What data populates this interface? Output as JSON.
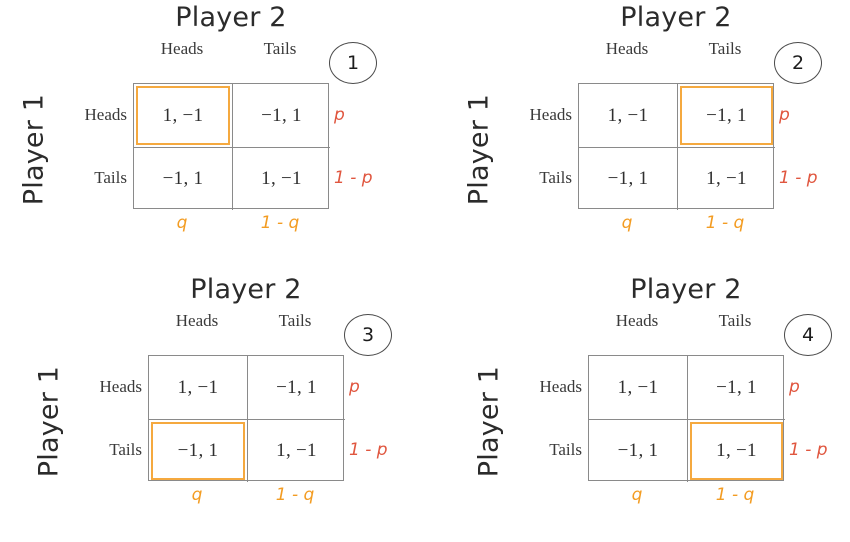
{
  "figure": {
    "type": "game-theory-payoff-matrix-series",
    "panel_count": 4,
    "colors": {
      "highlight_border": "#f5a93f",
      "row_probability_text": "#e0563f",
      "column_probability_text": "#f39c22",
      "grid_line": "#8a8a8a",
      "title_text": "#2b2b2b",
      "background": "#ffffff"
    }
  },
  "panels": [
    {
      "index_label": "1",
      "column_player_title": "Player 2",
      "row_player_title": "Player 1",
      "column_headers": [
        "Heads",
        "Tails"
      ],
      "row_headers": [
        "Heads",
        "Tails"
      ],
      "row_probabilities": [
        "p",
        "1 - p"
      ],
      "column_probabilities": [
        "q",
        "1 - q"
      ],
      "cells": [
        [
          {
            "payoff": "1, −1",
            "highlighted": true
          },
          {
            "payoff": "−1, 1",
            "highlighted": false
          }
        ],
        [
          {
            "payoff": "−1, 1",
            "highlighted": false
          },
          {
            "payoff": "1, −1",
            "highlighted": false
          }
        ]
      ]
    },
    {
      "index_label": "2",
      "column_player_title": "Player 2",
      "row_player_title": "Player 1",
      "column_headers": [
        "Heads",
        "Tails"
      ],
      "row_headers": [
        "Heads",
        "Tails"
      ],
      "row_probabilities": [
        "p",
        "1 - p"
      ],
      "column_probabilities": [
        "q",
        "1 - q"
      ],
      "cells": [
        [
          {
            "payoff": "1, −1",
            "highlighted": false
          },
          {
            "payoff": "−1, 1",
            "highlighted": true
          }
        ],
        [
          {
            "payoff": "−1, 1",
            "highlighted": false
          },
          {
            "payoff": "1, −1",
            "highlighted": false
          }
        ]
      ]
    },
    {
      "index_label": "3",
      "column_player_title": "Player 2",
      "row_player_title": "Player 1",
      "column_headers": [
        "Heads",
        "Tails"
      ],
      "row_headers": [
        "Heads",
        "Tails"
      ],
      "row_probabilities": [
        "p",
        "1 - p"
      ],
      "column_probabilities": [
        "q",
        "1 - q"
      ],
      "cells": [
        [
          {
            "payoff": "1, −1",
            "highlighted": false
          },
          {
            "payoff": "−1, 1",
            "highlighted": false
          }
        ],
        [
          {
            "payoff": "−1, 1",
            "highlighted": true
          },
          {
            "payoff": "1, −1",
            "highlighted": false
          }
        ]
      ]
    },
    {
      "index_label": "4",
      "column_player_title": "Player 2",
      "row_player_title": "Player 1",
      "column_headers": [
        "Heads",
        "Tails"
      ],
      "row_headers": [
        "Heads",
        "Tails"
      ],
      "row_probabilities": [
        "p",
        "1 - p"
      ],
      "column_probabilities": [
        "q",
        "1 - q"
      ],
      "cells": [
        [
          {
            "payoff": "1, −1",
            "highlighted": false
          },
          {
            "payoff": "−1, 1",
            "highlighted": false
          }
        ],
        [
          {
            "payoff": "−1, 1",
            "highlighted": false
          },
          {
            "payoff": "1, −1",
            "highlighted": true
          }
        ]
      ]
    }
  ]
}
